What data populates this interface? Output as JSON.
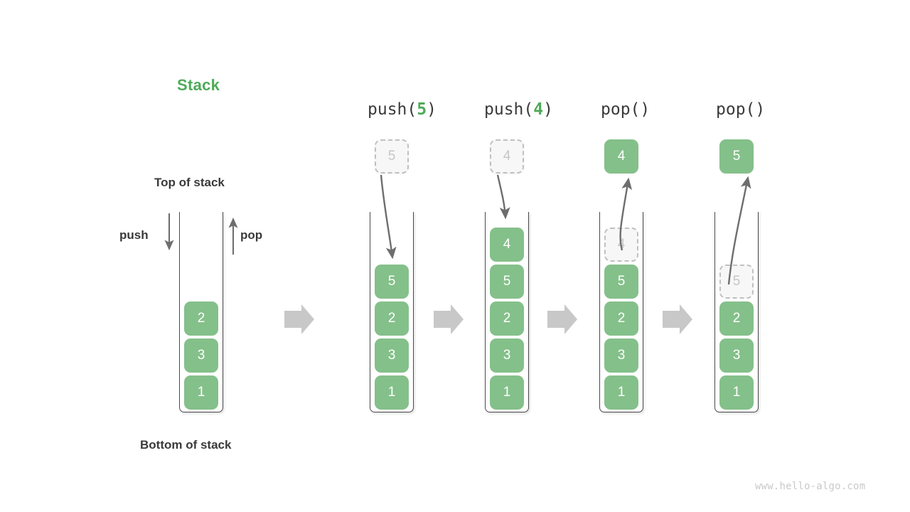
{
  "diagram": {
    "title": "Stack",
    "watermark": "www.hello-algo.com",
    "annotations": {
      "top_of_stack": "Top of stack",
      "bottom_of_stack": "Bottom of stack",
      "push": "push",
      "pop": "pop"
    },
    "colors": {
      "accent_green": "#4eab58",
      "cell_green": "#84c08a",
      "ghost_border": "#c0c0c0",
      "ghost_text": "#c6c6c6",
      "arrow_gray": "#6e6e6e",
      "step_arrow_gray": "#c8c8c8",
      "tube_stroke": "#4a4a4a",
      "label_dark": "#3a3a3a",
      "watermark_gray": "#c9c9c9"
    },
    "steps": [
      {
        "id": "initial",
        "op_prefix": "",
        "op_arg": "",
        "op_suffix": "",
        "label": "",
        "cells": [
          {
            "value": "2",
            "state": "solid"
          },
          {
            "value": "3",
            "state": "solid"
          },
          {
            "value": "1",
            "state": "solid"
          }
        ],
        "floating": null
      },
      {
        "id": "push5",
        "op_prefix": "push(",
        "op_arg": "5",
        "op_suffix": ")",
        "label": "push(5)",
        "cells": [
          {
            "value": "5",
            "state": "solid"
          },
          {
            "value": "2",
            "state": "solid"
          },
          {
            "value": "3",
            "state": "solid"
          },
          {
            "value": "1",
            "state": "solid"
          }
        ],
        "floating": {
          "value": "5",
          "state": "ghost",
          "direction": "in"
        }
      },
      {
        "id": "push4",
        "op_prefix": "push(",
        "op_arg": "4",
        "op_suffix": ")",
        "label": "push(4)",
        "cells": [
          {
            "value": "4",
            "state": "solid"
          },
          {
            "value": "5",
            "state": "solid"
          },
          {
            "value": "2",
            "state": "solid"
          },
          {
            "value": "3",
            "state": "solid"
          },
          {
            "value": "1",
            "state": "solid"
          }
        ],
        "floating": {
          "value": "4",
          "state": "ghost",
          "direction": "in"
        }
      },
      {
        "id": "pop1",
        "op_prefix": "pop(",
        "op_arg": "",
        "op_suffix": ")",
        "label": "pop()",
        "cells": [
          {
            "value": "4",
            "state": "ghost"
          },
          {
            "value": "5",
            "state": "solid"
          },
          {
            "value": "2",
            "state": "solid"
          },
          {
            "value": "3",
            "state": "solid"
          },
          {
            "value": "1",
            "state": "solid"
          }
        ],
        "floating": {
          "value": "4",
          "state": "solid",
          "direction": "out"
        }
      },
      {
        "id": "pop2",
        "op_prefix": "pop(",
        "op_arg": "",
        "op_suffix": ")",
        "label": "pop()",
        "cells": [
          {
            "value": "5",
            "state": "ghost"
          },
          {
            "value": "2",
            "state": "solid"
          },
          {
            "value": "3",
            "state": "solid"
          },
          {
            "value": "1",
            "state": "solid"
          }
        ],
        "floating": {
          "value": "5",
          "state": "solid",
          "direction": "out"
        }
      }
    ],
    "step_separators": 4
  }
}
